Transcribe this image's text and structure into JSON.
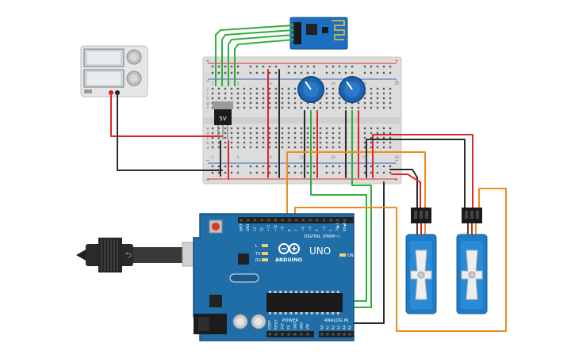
{
  "canvas": {
    "background": "#ffffff"
  },
  "colors": {
    "breadboard": "#dcdcdc",
    "breadboard_hole": "#5a5a5a",
    "rail_red": "#e03030",
    "rail_blue": "#3a5fb0",
    "arduino_board": "#1f6ea8",
    "arduino_dark": "#15507d",
    "header_black": "#222222",
    "wire_red": "#e02424",
    "wire_black": "#2b2b2b",
    "wire_green": "#2fae3c",
    "wire_orange": "#f08a1e",
    "servo_blue": "#1e7cc8",
    "esp_blue": "#1d6fc2",
    "pot_blue": "#1e65b0",
    "power_supply": "#e6e6e6",
    "usb_cable": "#222222"
  },
  "components": {
    "power_supply": {
      "type": "bench power supply",
      "icon": "power-supply-icon"
    },
    "voltage_regulator": {
      "label": "5V",
      "icon": "regulator-icon"
    },
    "esp_module": {
      "type": "ESP8266 Wi-Fi module",
      "icon": "wifi-module-icon"
    },
    "potentiometers": [
      {
        "id": "pot-1",
        "icon": "potentiometer-icon"
      },
      {
        "id": "pot-2",
        "icon": "potentiometer-icon"
      }
    ],
    "servos": [
      {
        "id": "servo-1",
        "icon": "servo-icon"
      },
      {
        "id": "servo-2",
        "icon": "servo-icon"
      }
    ],
    "arduino": {
      "brand": "ARDUINO",
      "model": "UNO",
      "digital_label": "DIGITAL (PWM~)",
      "power_label": "POWER",
      "analog_label": "ANALOG IN",
      "tx_label": "TX",
      "rx_label": "RX",
      "l_label": "L",
      "on_label": "ON",
      "digital_pins": [
        "AREF",
        "GND",
        "13",
        "12",
        "~11",
        "~10",
        "~9",
        "8",
        "7",
        "~6",
        "~5",
        "4",
        "~3",
        "2",
        "TX▶1",
        "RX◀0"
      ],
      "power_pins": [
        "IOREF",
        "RESET",
        "3V3",
        "5V",
        "GND",
        "GND",
        "VIN"
      ],
      "analog_pins": [
        "A0",
        "A1",
        "A2",
        "A3",
        "A4",
        "A5"
      ]
    },
    "breadboard": {
      "row_labels_top": [
        "j",
        "i",
        "h",
        "g",
        "f"
      ],
      "row_labels_bottom": [
        "e",
        "d",
        "c",
        "b",
        "a"
      ],
      "col_numbers": [
        "1",
        "5",
        "10",
        "15",
        "20",
        "25",
        "30"
      ],
      "rail_plus": "+",
      "rail_minus": "−"
    }
  }
}
